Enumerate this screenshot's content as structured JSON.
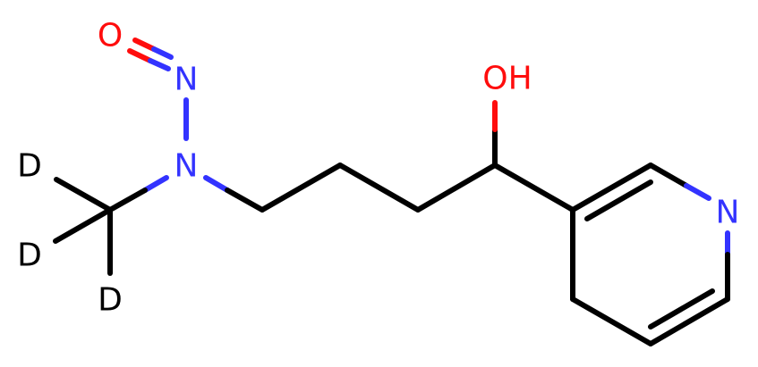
{
  "molecule": {
    "atoms": {
      "oxygen_nitroso": {
        "label": "O",
        "color": "#ff0d0d"
      },
      "nitrogen_nitroso": {
        "label": "N",
        "color": "#3333ff"
      },
      "nitrogen_amine": {
        "label": "N",
        "color": "#3333ff"
      },
      "hydroxyl": {
        "label": "OH",
        "color": "#ff0d0d"
      },
      "nitrogen_pyridine": {
        "label": "N",
        "color": "#3333ff"
      },
      "deuterium_1": {
        "label": "D",
        "color": "#000000"
      },
      "deuterium_2": {
        "label": "D",
        "color": "#000000"
      },
      "deuterium_3": {
        "label": "D",
        "color": "#000000"
      }
    },
    "colors": {
      "carbon_bond": "#000000",
      "nitrogen": "#3333ff",
      "oxygen": "#ff0d0d",
      "background": "#ffffff"
    }
  }
}
